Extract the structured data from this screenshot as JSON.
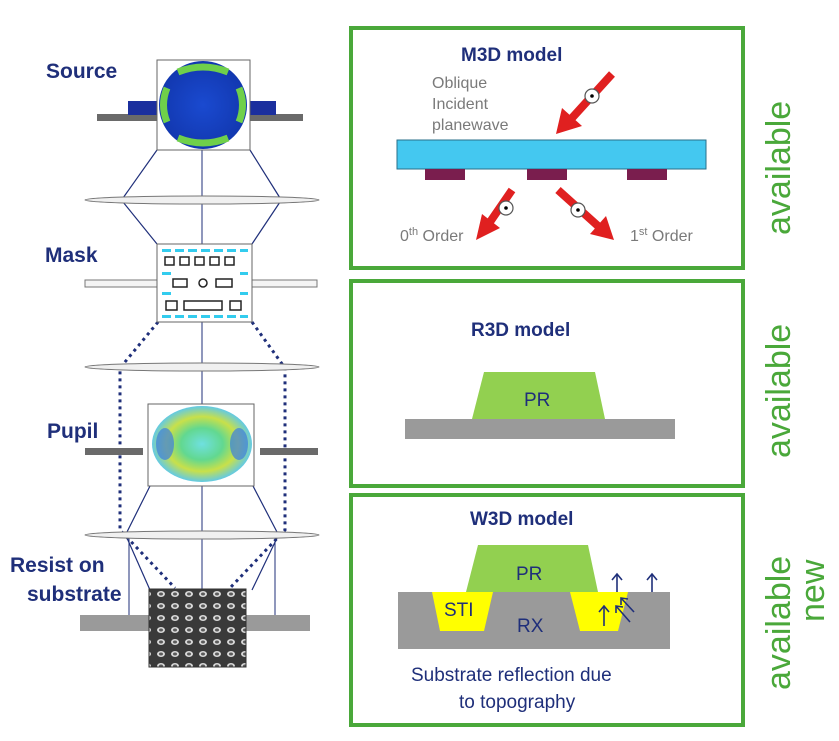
{
  "left": {
    "source_label": "Source",
    "mask_label": "Mask",
    "pupil_label": "Pupil",
    "resist_label_line1": "Resist on",
    "resist_label_line2": "substrate"
  },
  "m3d": {
    "title": "M3D model",
    "oblique_line1": "Oblique",
    "oblique_line2": "Incident",
    "oblique_line3": "planewave",
    "order0_base": "0",
    "order0_sup": "th",
    "order0_tail": " Order",
    "order1_base": "1",
    "order1_sup": "st",
    "order1_tail": " Order",
    "status": "available"
  },
  "r3d": {
    "title": "R3D model",
    "pr_label": "PR",
    "status": "available"
  },
  "w3d": {
    "title": "W3D model",
    "pr_label": "PR",
    "sti_label": "STI",
    "rx_label": "RX",
    "caption_line1": "Substrate reflection due",
    "caption_line2": "to topography",
    "status_line1": "available",
    "status_line2": "new"
  },
  "colors": {
    "panel_border": "#4aa83a",
    "label_blue": "#1f2f7a",
    "arrow_red": "#e02020",
    "pr_green": "#92d050",
    "sti_yellow": "#ffff00",
    "substrate_gray": "#9a9a9a",
    "mask_cyan": "#33ccee",
    "absorber_purple": "#7a1e4e"
  }
}
